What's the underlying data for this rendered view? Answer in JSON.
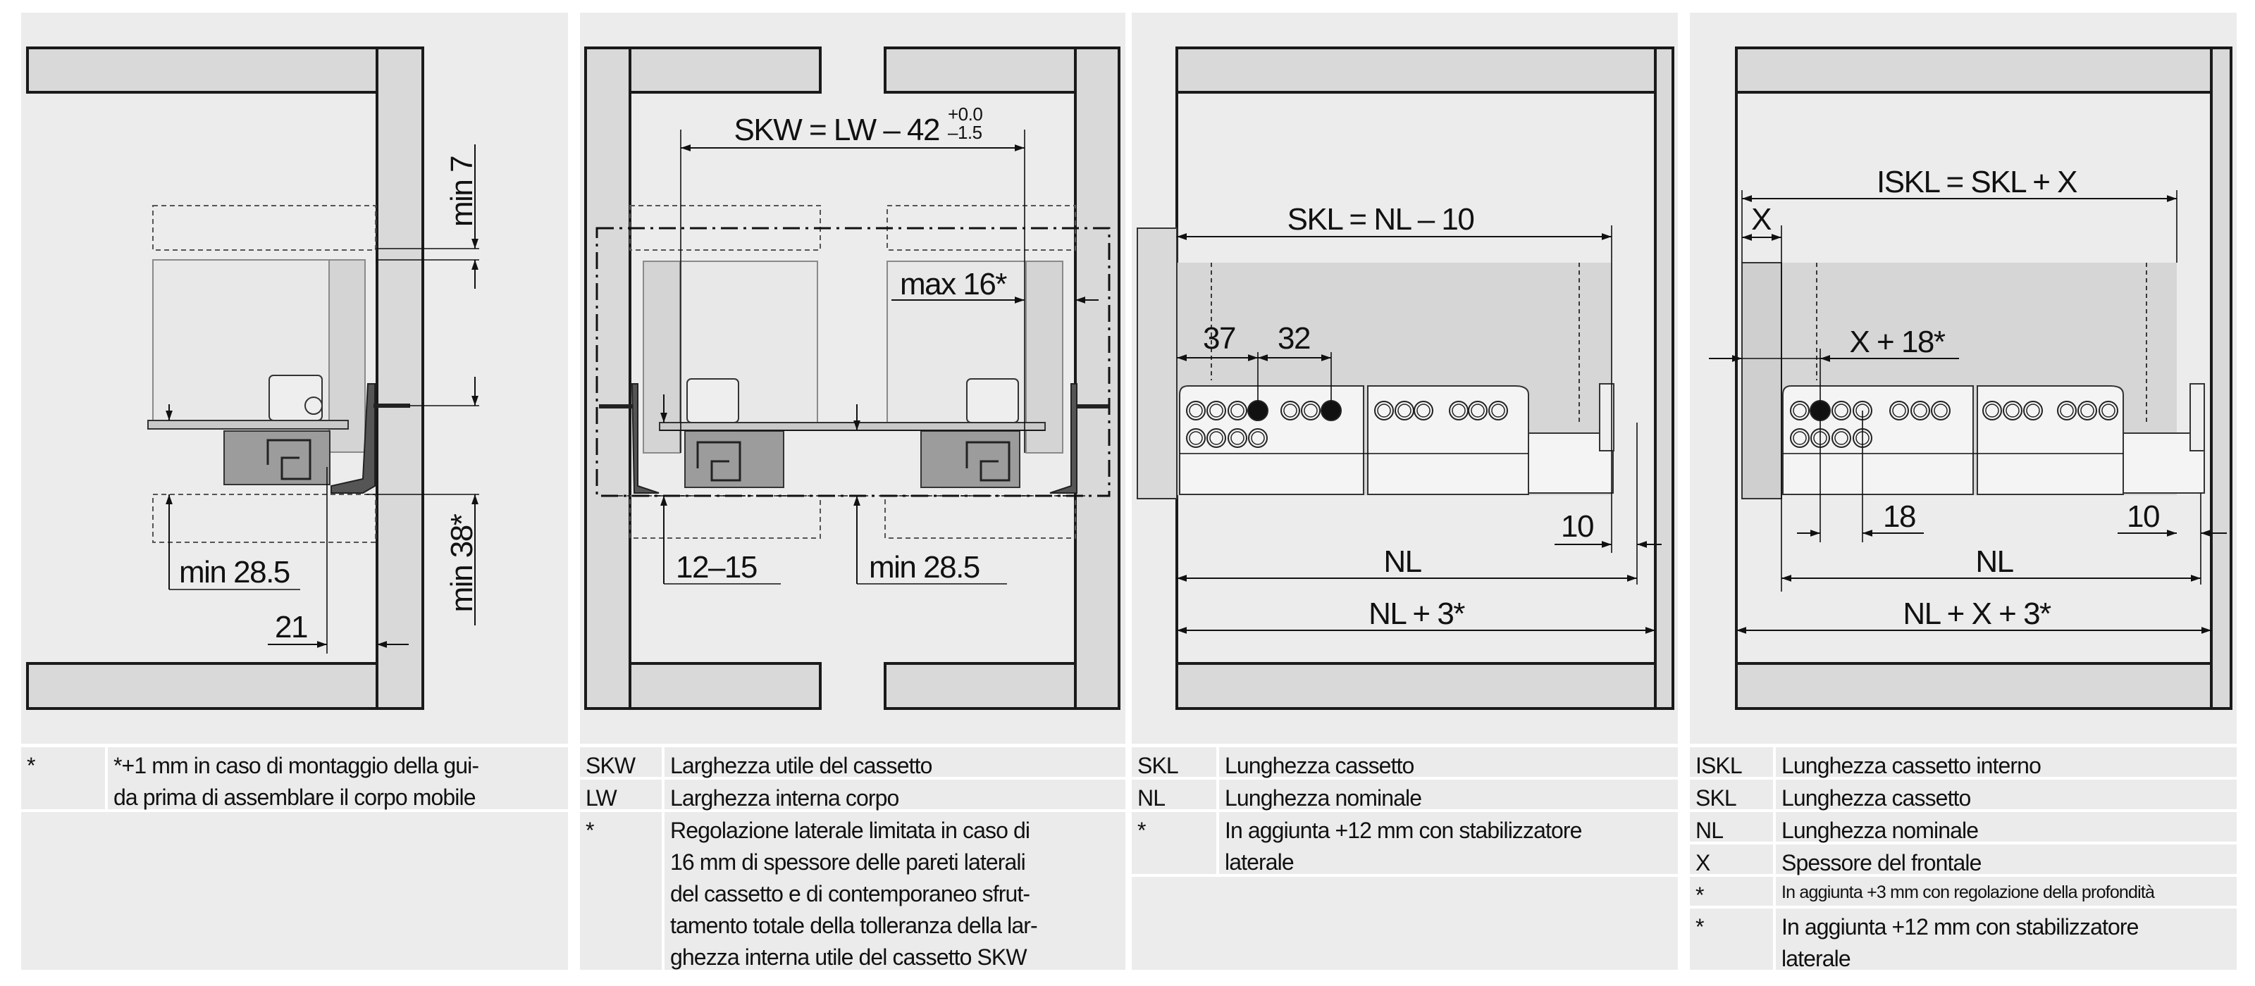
{
  "panel1": {
    "dims": {
      "min7": "min 7",
      "min38": "min 38*",
      "min285": "min 28.5",
      "d21": "21"
    },
    "legend": [
      {
        "key": "*",
        "text": "*+1 mm in caso di montaggio della gui-\nda prima di assemblare il corpo mobile"
      }
    ]
  },
  "panel2": {
    "dims": {
      "skw": "SKW = LW – 42",
      "tol_plus": "+0.0",
      "tol_minus": "–1.5",
      "max16": "max 16*",
      "d1215": "12–15",
      "min285": "min 28.5"
    },
    "legend": [
      {
        "key": "SKW",
        "text": "Larghezza utile del cassetto"
      },
      {
        "key": "LW",
        "text": "Larghezza interna corpo"
      },
      {
        "key": "*",
        "text": "Regolazione laterale limitata in caso di\n16 mm di spessore delle pareti laterali\ndel cassetto e di contemporaneo sfrut-\ntamento totale della tolleranza della lar-\nghezza interna utile del cassetto SKW"
      }
    ]
  },
  "panel3": {
    "dims": {
      "skl": "SKL = NL – 10",
      "d37": "37",
      "d32": "32",
      "d10": "10",
      "nl": "NL",
      "nl3": "NL + 3*"
    },
    "legend": [
      {
        "key": "SKL",
        "text": "Lunghezza cassetto"
      },
      {
        "key": "NL",
        "text": "Lunghezza nominale"
      },
      {
        "key": "*",
        "text": "In aggiunta +12 mm con stabilizzatore\nlaterale"
      }
    ]
  },
  "panel4": {
    "dims": {
      "iskl": "ISKL = SKL + X",
      "x": "X",
      "x18": "X + 18*",
      "d18": "18",
      "d10": "10",
      "nl": "NL",
      "nlx3": "NL + X + 3*"
    },
    "legend": [
      {
        "key": "ISKL",
        "text": "Lunghezza cassetto interno"
      },
      {
        "key": "SKL",
        "text": "Lunghezza cassetto"
      },
      {
        "key": "NL",
        "text": "Lunghezza nominale"
      },
      {
        "key": "X",
        "text": "Spessore del frontale"
      },
      {
        "key": "*",
        "text": "In aggiunta +3 mm con regolazione della profondità"
      },
      {
        "key": "*",
        "text": "In aggiunta +12 mm con stabilizzatore\nlaterale"
      }
    ]
  }
}
